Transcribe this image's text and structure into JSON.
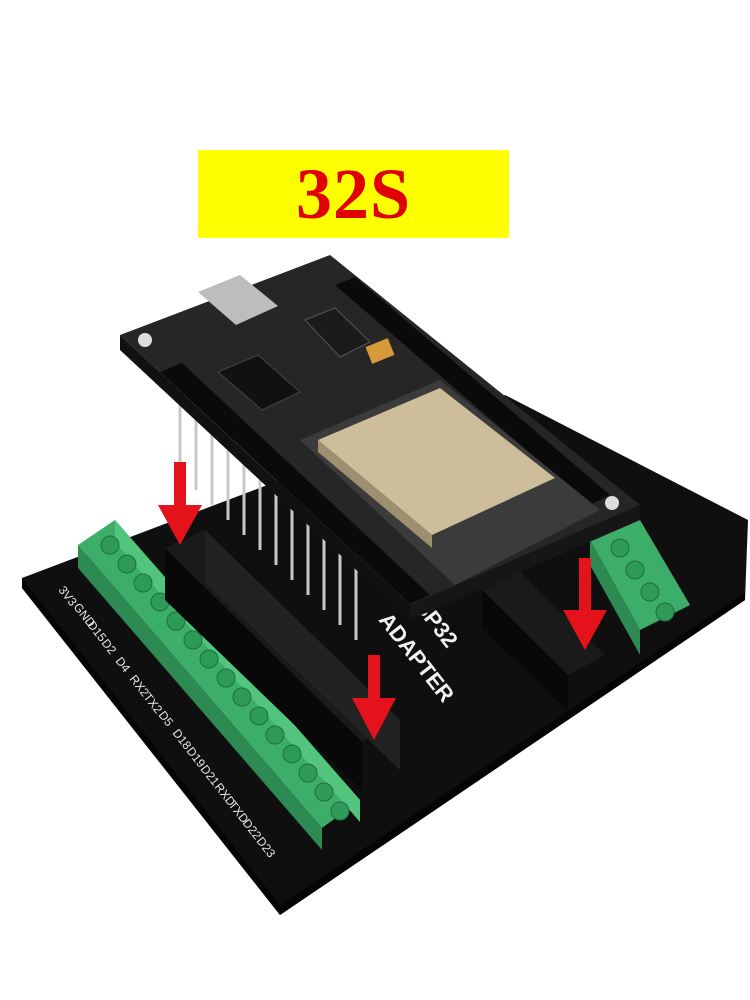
{
  "banner": {
    "text": "32S",
    "text_color": "#e00000",
    "background": "#ffff00"
  },
  "adapter": {
    "title_line1": "ESP32",
    "title_line2": "ADAPTER",
    "left_pins": [
      "3V3",
      "GND",
      "D15",
      "D2",
      "D4",
      "RX2",
      "TX2",
      "D5",
      "D18",
      "D19",
      "D21",
      "RXD",
      "TXD",
      "D22",
      "D23"
    ]
  },
  "colors": {
    "board": "#0e0e0e",
    "terminal": "#3dae6a",
    "arrow": "#e4121b"
  },
  "icons": [
    "arrow-down-icon"
  ]
}
